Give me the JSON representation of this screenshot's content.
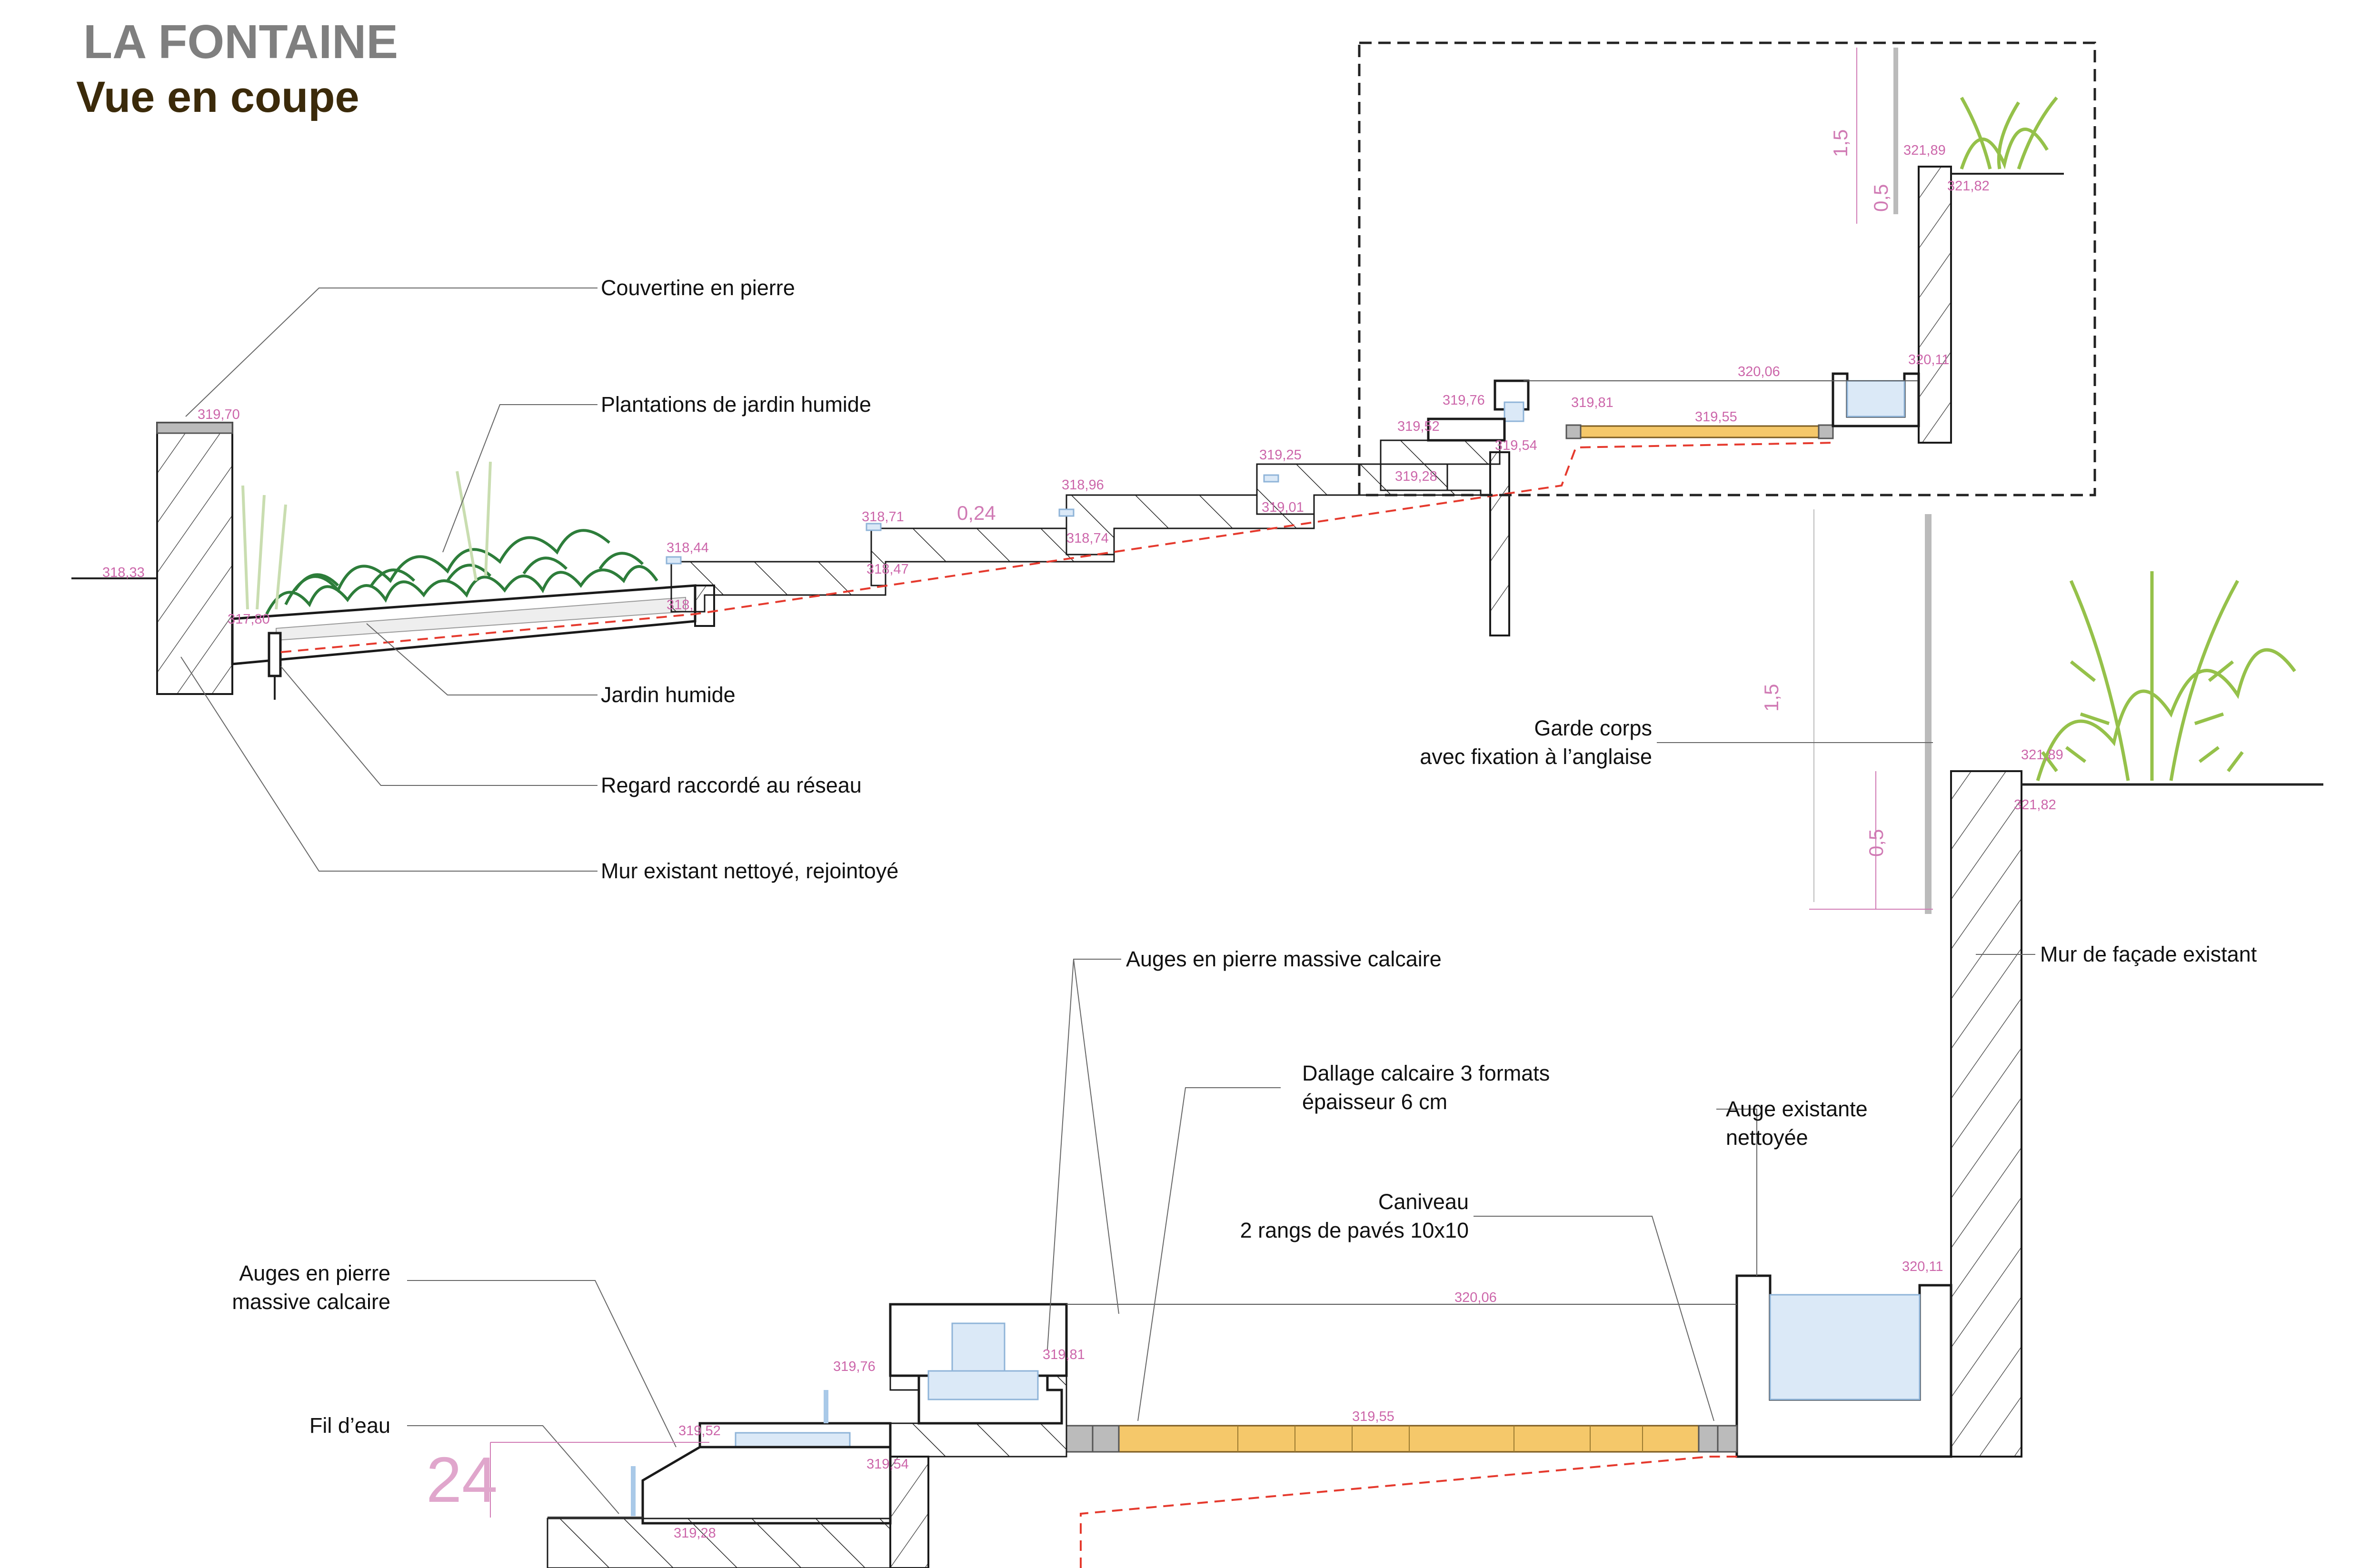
{
  "title": {
    "main": "LA FONTAINE",
    "sub": "Vue en coupe",
    "main_color": "#7f7f7f",
    "sub_color": "#3b2a0a"
  },
  "labels": {
    "couvertine": "Couvertine en pierre",
    "plantations": "Plantations de jardin humide",
    "jardin": "Jardin humide",
    "regard": "Regard raccordé au réseau",
    "mur": "Mur existant nettoyé, rejointoyé",
    "garde1": "Garde corps",
    "garde2": "avec fixation à l’anglaise",
    "mur_facade": "Mur de façade existant",
    "auges_top": "Auges en pierre massive calcaire",
    "dallage1": "Dallage calcaire 3 formats",
    "dallage2": "épaisseur 6 cm",
    "auge_exist1": "Auge existante",
    "auge_exist2": "nettoyée",
    "caniveau1": "Caniveau",
    "caniveau2": "2 rangs de pavés 10x10",
    "auges_left1": "Auges en pierre",
    "auges_left2": "massive calcaire",
    "fil": "Fil d’eau"
  },
  "elevations": {
    "e31970": "319,70",
    "e31833": "318,33",
    "e31780": "317,80",
    "e31844": "318,44",
    "e318xx": "318,",
    "e31871": "318,71",
    "e31847": "318,47",
    "e31874": "318,74",
    "e31896": "318,96",
    "e31901": "319,01",
    "e31925": "319,25",
    "e31928": "319,28",
    "e31952": "319,52",
    "e31954": "319,54",
    "e31976": "319,76",
    "e31981": "319,81",
    "e31955": "319,55",
    "e32006": "320,06",
    "e32011": "320,11",
    "e32189": "321,89",
    "e32182": "321,82"
  },
  "dimensions": {
    "d15": "1,5",
    "d05": "0,5",
    "d024": "0,24",
    "d24": "24"
  },
  "colors": {
    "elevation": "#cc66aa",
    "water": "#dbe9f7",
    "sand": "#f5c86a",
    "drain_line": "#e53a2e",
    "planting_dark": "#2d7d3a",
    "planting_light": "#95c14a"
  }
}
